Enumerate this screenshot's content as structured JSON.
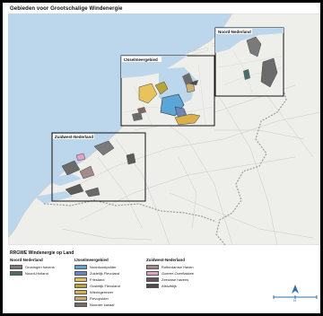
{
  "title": "Gebieden voor Grootschalige Windenergie",
  "map": {
    "insets": [
      {
        "label": "Noord-Nederland"
      },
      {
        "label": "IJsselmeergebied"
      },
      {
        "label": "Zuidwest-Nederland"
      }
    ]
  },
  "legend": {
    "title": "RRGWE Windenergie op Land",
    "columns": [
      {
        "heading": "Noord-Nederland",
        "items": [
          {
            "label": "Groningen havens",
            "color": "#7a7a7a"
          },
          {
            "label": "Noord-Holland",
            "color": "#4f6b6b"
          }
        ]
      },
      {
        "heading": "IJsselmeergebied",
        "items": [
          {
            "label": "Noordoostpolder",
            "color": "#5aa6d6"
          },
          {
            "label": "Zuidelijk Flevoland",
            "color": "#6a89b8"
          },
          {
            "label": "Friesland",
            "color": "#e8c35a"
          },
          {
            "label": "Oostelijk Flevoland",
            "color": "#b9a43a"
          },
          {
            "label": "Wieringermeer",
            "color": "#d9b04a"
          },
          {
            "label": "Flevopolder",
            "color": "#c8b070"
          },
          {
            "label": "Noorder kanaal",
            "color": "#7b6a5a"
          }
        ]
      },
      {
        "heading": "Zuidwest-Nederland",
        "items": [
          {
            "label": "Rotterdamse Haven",
            "color": "#a08c8c"
          },
          {
            "label": "Goeree-Overflakkee",
            "color": "#e3a2c6"
          },
          {
            "label": "Zeeuwse havens",
            "color": "#5b5b5b"
          },
          {
            "label": "Afsluitdijk",
            "color": "#4a4a4a"
          }
        ]
      }
    ]
  },
  "north_arrow": {
    "label": "N"
  }
}
